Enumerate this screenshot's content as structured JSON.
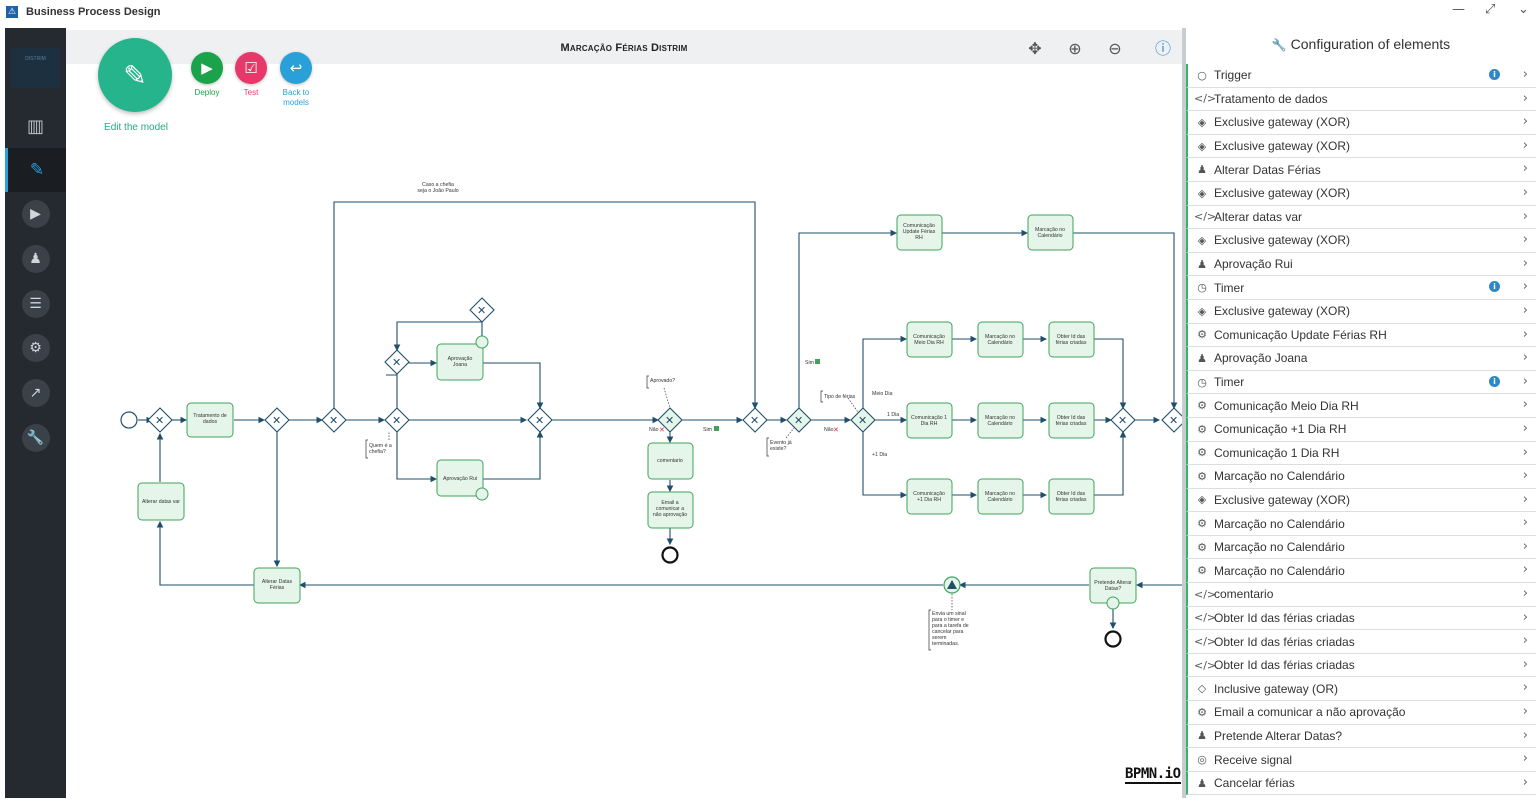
{
  "window": {
    "title": "Business Process Design",
    "controls": [
      "—",
      "⤢",
      "⌄"
    ]
  },
  "nav": {
    "brand": "DISTRIM",
    "items": [
      "dashboard-icon",
      "edit-icon",
      "play-icon",
      "user-icon",
      "list-icon",
      "gears-icon",
      "chart-icon",
      "wrench-icon"
    ]
  },
  "actions": {
    "edit_label": "Edit the model",
    "deploy": "Deploy",
    "test": "Test",
    "back": "Back to\nmodels",
    "deploy_color": "#1aa34a",
    "test_color": "#e8386a",
    "back_color": "#2aa0d8",
    "edit_color": "#26b48c"
  },
  "canvas": {
    "title": "Marcação Férias Distrim",
    "bpmn_logo": "BPMN.iO"
  },
  "diagram": {
    "tasks": {
      "tratamento": "Tratamento de\ndados",
      "alterar_var": "Alterar datas var",
      "alterar_datas": "Alterar Datas\nFérias",
      "aprovacao_joana": "Aprovação\nJoana",
      "aprovacao_rui": "Aprovação Rui",
      "comentario": "comentario",
      "email": "Email a\ncomunicar a\nnão aprovação",
      "com_update": "Comunicação\nUpdate Férias\nRH",
      "marc_top": "Marcação no\nCalendário",
      "com_meio": "Comunicação\nMeio Dia RH",
      "marc_1": "Marcação no\nCalendário",
      "obter_1": "Obter Id das\nférias criadas",
      "com_1dia": "Comunicação 1\nDia RH",
      "marc_2": "Marcação no\nCalendário",
      "obter_2": "Obter Id das\nférias criadas",
      "com_plus1": "Comunicação\n+1 Dia RH",
      "marc_3": "Marcação no\nCalendário",
      "obter_3": "Obter Id das\nférias criadas",
      "pretende": "Pretende Alterar\nDatas?"
    },
    "labels": {
      "caso_chefia": "Caso a chefia\nseja o João Paulo",
      "quem_chefia": "Quem é a\nchefia?",
      "aprovado": "Aprovado?",
      "nao1": "Não",
      "sim1": "Sim",
      "sim2": "Sim",
      "evento": "Evento já\nexiste?",
      "nao2": "Não",
      "tipo_ferias": "Tipo de férias",
      "meio_dia": "Meio Dia",
      "um_dia": "1 Dia",
      "mais_um_dia": "+1 Dia",
      "envia_sinal": "Envia um sinal\npara o timer e\npara a tarefa de\ncancelar para\nserem\nterminadas."
    },
    "colors": {
      "line": "#1f4f6b",
      "task_fill": "#e6f5ea",
      "task_stroke": "#3fa35b"
    }
  },
  "panel": {
    "title": "Configuration of elements",
    "rows": [
      {
        "icon": "circle-icon",
        "glyph": "○",
        "label": "Trigger",
        "info": true
      },
      {
        "icon": "code-icon",
        "glyph": "</>",
        "label": "Tratamento de dados",
        "info": false
      },
      {
        "icon": "gateway-icon",
        "glyph": "◈",
        "label": "Exclusive gateway (XOR)",
        "info": false
      },
      {
        "icon": "gateway-icon",
        "glyph": "◈",
        "label": "Exclusive gateway (XOR)",
        "info": false
      },
      {
        "icon": "user-icon",
        "glyph": "♟",
        "label": "Alterar Datas Férias",
        "info": false
      },
      {
        "icon": "gateway-icon",
        "glyph": "◈",
        "label": "Exclusive gateway (XOR)",
        "info": false
      },
      {
        "icon": "code-icon",
        "glyph": "</>",
        "label": "Alterar datas var",
        "info": false
      },
      {
        "icon": "gateway-icon",
        "glyph": "◈",
        "label": "Exclusive gateway (XOR)",
        "info": false
      },
      {
        "icon": "user-icon",
        "glyph": "♟",
        "label": "Aprovação Rui",
        "info": false
      },
      {
        "icon": "clock-icon",
        "glyph": "◷",
        "label": "Timer",
        "info": true
      },
      {
        "icon": "gateway-icon",
        "glyph": "◈",
        "label": "Exclusive gateway (XOR)",
        "info": false
      },
      {
        "icon": "gears-icon",
        "glyph": "⚙",
        "label": "Comunicação Update Férias RH",
        "info": false
      },
      {
        "icon": "user-icon",
        "glyph": "♟",
        "label": "Aprovação Joana",
        "info": false
      },
      {
        "icon": "clock-icon",
        "glyph": "◷",
        "label": "Timer",
        "info": true
      },
      {
        "icon": "gears-icon",
        "glyph": "⚙",
        "label": "Comunicação Meio Dia RH",
        "info": false
      },
      {
        "icon": "gears-icon",
        "glyph": "⚙",
        "label": "Comunicação +1 Dia RH",
        "info": false
      },
      {
        "icon": "gears-icon",
        "glyph": "⚙",
        "label": "Comunicação 1 Dia RH",
        "info": false
      },
      {
        "icon": "gears-icon",
        "glyph": "⚙",
        "label": "Marcação no Calendário",
        "info": false
      },
      {
        "icon": "gateway-icon",
        "glyph": "◈",
        "label": "Exclusive gateway (XOR)",
        "info": false
      },
      {
        "icon": "gears-icon",
        "glyph": "⚙",
        "label": "Marcação no Calendário",
        "info": false
      },
      {
        "icon": "gears-icon",
        "glyph": "⚙",
        "label": "Marcação no Calendário",
        "info": false
      },
      {
        "icon": "gears-icon",
        "glyph": "⚙",
        "label": "Marcação no Calendário",
        "info": false
      },
      {
        "icon": "code-icon",
        "glyph": "</>",
        "label": "comentario",
        "info": false
      },
      {
        "icon": "code-icon",
        "glyph": "</>",
        "label": "Obter Id das férias criadas",
        "info": false
      },
      {
        "icon": "code-icon",
        "glyph": "</>",
        "label": "Obter Id das férias criadas",
        "info": false
      },
      {
        "icon": "code-icon",
        "glyph": "</>",
        "label": "Obter Id das férias criadas",
        "info": false
      },
      {
        "icon": "gateway-icon",
        "glyph": "◇",
        "label": "Inclusive gateway (OR)",
        "info": false
      },
      {
        "icon": "gears-icon",
        "glyph": "⚙",
        "label": "Email a comunicar a não aprovação",
        "info": false
      },
      {
        "icon": "user-icon",
        "glyph": "♟",
        "label": "Pretende Alterar Datas?",
        "info": false
      },
      {
        "icon": "signal-icon",
        "glyph": "◎",
        "label": "Receive signal",
        "info": false
      },
      {
        "icon": "user-icon",
        "glyph": "♟",
        "label": "Cancelar férias",
        "info": false
      }
    ]
  }
}
